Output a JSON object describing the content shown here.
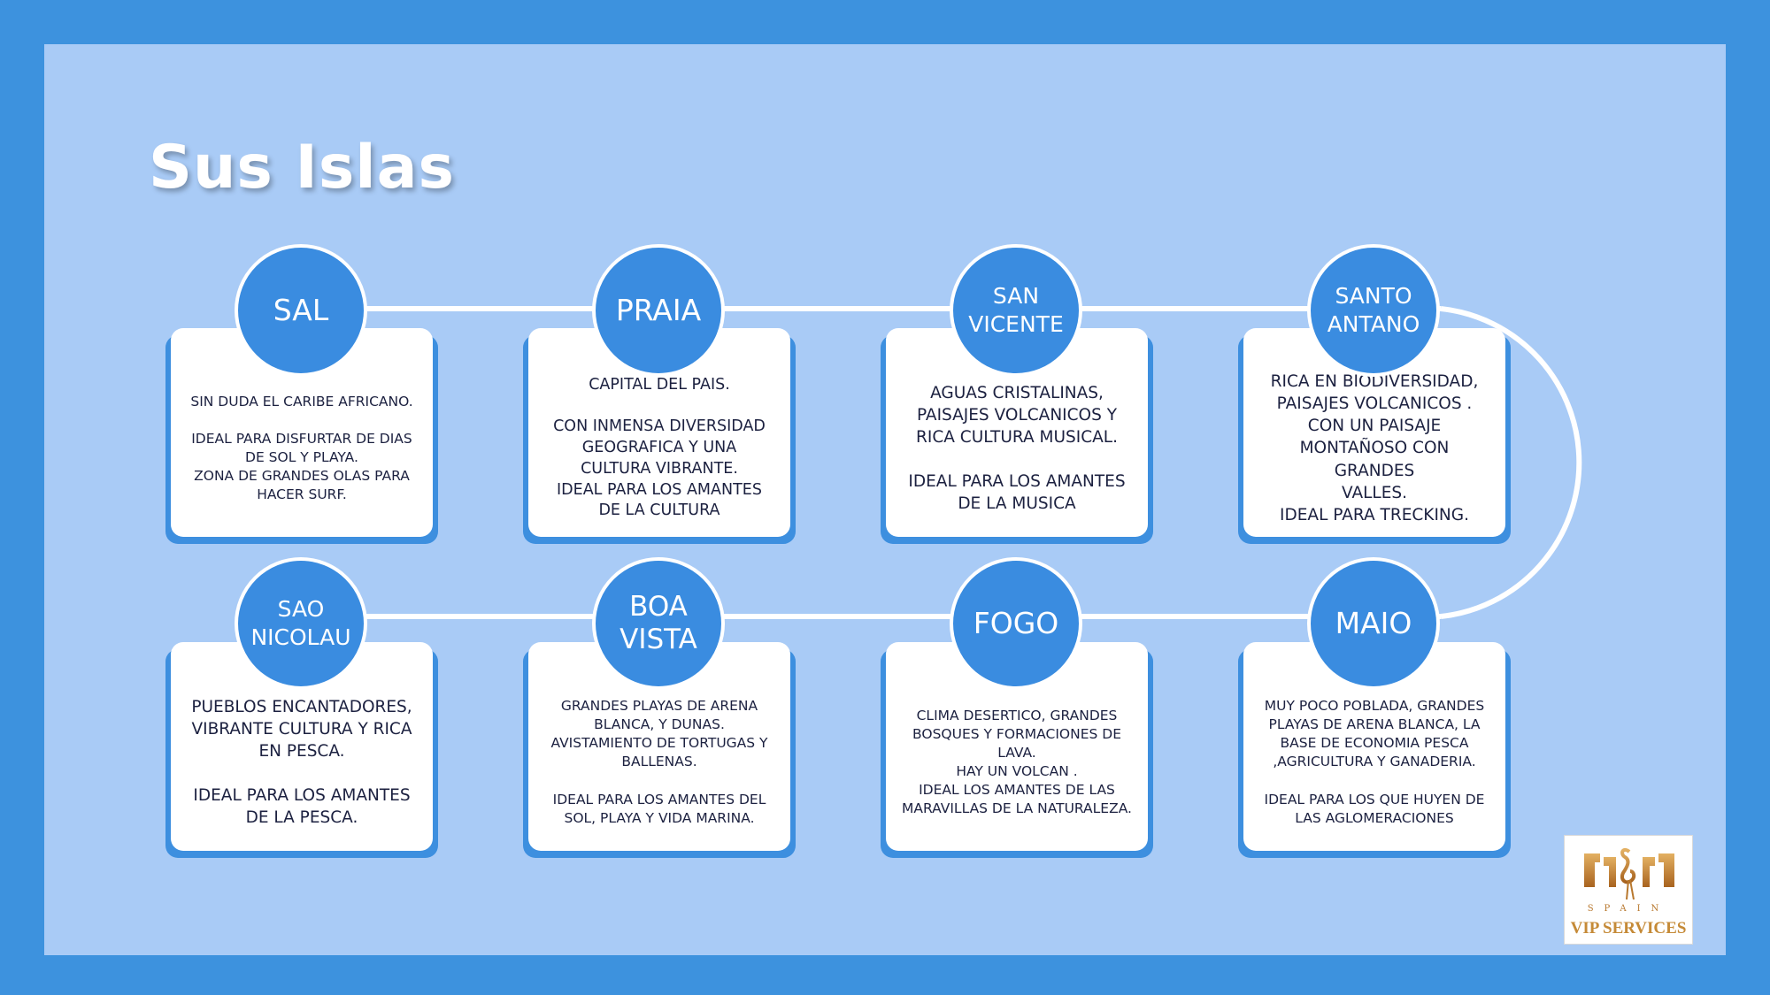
{
  "title": "Sus Islas",
  "colors": {
    "outer_bg": "#3d92de",
    "panel_bg": "#a9cbf6",
    "circle": "#3a8ce0",
    "card_shadow": "#3d8fdf",
    "text_dark": "#1c2140",
    "logo_gold": "#c58a37"
  },
  "islands": [
    {
      "name": "SAL",
      "text": "SIN DUDA EL CARIBE AFRICANO.\n\nIDEAL PARA DISFURTAR DE DIAS\nDE SOL Y PLAYA.\nZONA DE GRANDES OLAS PARA\nHACER SURF."
    },
    {
      "name": "PRAIA",
      "text": "CAPITAL DEL PAIS.\n\nCON INMENSA DIVERSIDAD\nGEOGRAFICA Y UNA\nCULTURA VIBRANTE.\nIDEAL PARA LOS AMANTES\nDE LA CULTURA"
    },
    {
      "name": "SAN\nVICENTE",
      "text": "AGUAS CRISTALINAS,\nPAISAJES VOLCANICOS Y\nRICA CULTURA MUSICAL.\n\nIDEAL PARA LOS AMANTES\nDE LA MUSICA"
    },
    {
      "name": "SANTO\nANTANO",
      "text": "RICA EN BIODIVERSIDAD,\nPAISAJES VOLCANICOS .\nCON UN PAISAJE\nMONTAÑOSO CON GRANDES\nVALLES.\nIDEAL PARA TRECKING."
    },
    {
      "name": "SAO\nNICOLAU",
      "text": "PUEBLOS ENCANTADORES,\nVIBRANTE CULTURA Y RICA\nEN PESCA.\n\nIDEAL PARA LOS  AMANTES\nDE LA PESCA."
    },
    {
      "name": "BOA\nVISTA",
      "text": "GRANDES PLAYAS DE ARENA\nBLANCA, Y DUNAS.\nAVISTAMIENTO DE TORTUGAS Y\nBALLENAS.\n\nIDEAL PARA LOS AMANTES DEL\nSOL, PLAYA Y VIDA MARINA."
    },
    {
      "name": "FOGO",
      "text": "CLIMA DESERTICO, GRANDES\nBOSQUES Y FORMACIONES DE\nLAVA.\nHAY UN VOLCAN .\nIDEAL  LOS AMANTES DE LAS\nMARAVILLAS DE LA NATURALEZA."
    },
    {
      "name": "MAIO",
      "text": "MUY POCO POBLADA, GRANDES\nPLAYAS DE ARENA BLANCA, LA\nBASE DE ECONOMIA PESCA\n,AGRICULTURA Y  GANADERIA.\n\nIDEAL PARA  LOS QUE HUYEN DE\nLAS AGLOMERACIONES"
    }
  ],
  "logo": {
    "spain": "SPAIN",
    "label": "VIP SERVICES"
  }
}
